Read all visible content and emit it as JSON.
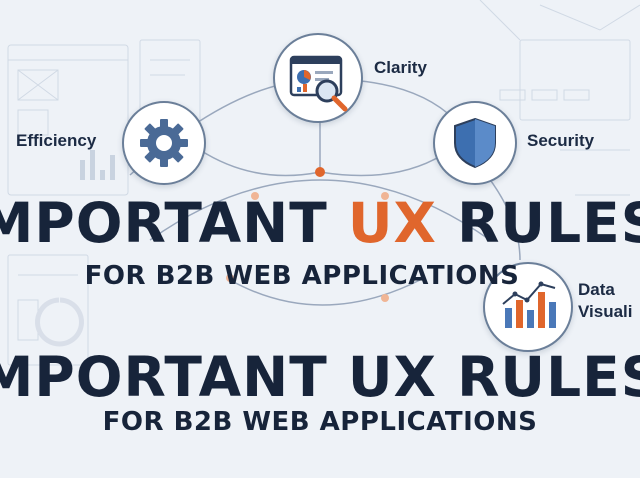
{
  "nodes": {
    "clarity": "Clarity",
    "efficiency": "Efficiency",
    "security": "Security",
    "data_line1": "Data",
    "data_line2": "Visuali"
  },
  "headline": {
    "part1": "MPORTANT ",
    "accent": "UX",
    "part2": " RULES",
    "sub": "FOR B2B WEB APPLICATIONS"
  },
  "headline_repeat": {
    "text": "MPORTANT UX RULES",
    "sub": "FOR B2B WEB APPLICATIONS"
  },
  "colors": {
    "accent": "#e0662c",
    "navy": "#17243a",
    "shield_blue": "#3d6fb0",
    "bar_blue": "#4a78b8",
    "bar_orange": "#e0662c"
  },
  "icons": [
    "gear-icon",
    "dashboard-magnifier-icon",
    "shield-icon",
    "bar-chart-icon"
  ]
}
